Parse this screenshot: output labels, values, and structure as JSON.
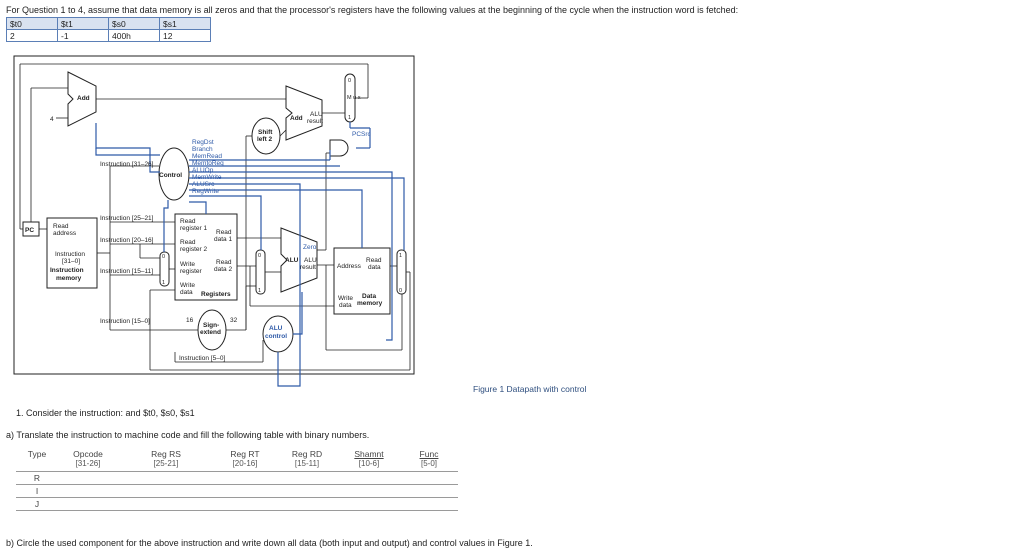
{
  "intro": "For Question 1 to 4, assume that data memory is all zeros and that the processor's registers have the following values at the beginning of the cycle when the instruction word is fetched:",
  "registers": {
    "headers": [
      "$t0",
      "$t1",
      "$s0",
      "$s1"
    ],
    "values": [
      "2",
      "-1",
      "400h",
      "12"
    ]
  },
  "figure": {
    "caption": "Figure 1 Datapath with control",
    "labels": {
      "add": "Add",
      "four": "4",
      "pc": "PC",
      "read_address": "Read",
      "read_address2": "address",
      "instruction": "Instruction",
      "instr_bits": "[31–0]",
      "instruction_memory1": "Instruction",
      "instruction_memory2": "memory",
      "instr_31_26": "Instruction [31–26]",
      "control": "Control",
      "signals": [
        "RegDst",
        "Branch",
        "MemRead",
        "MemtoReg",
        "ALUOp",
        "MemWrite",
        "ALUSrc",
        "RegWrite"
      ],
      "instr_25_21": "Instruction [25–21]",
      "instr_20_16": "Instruction [20–16]",
      "instr_15_11": "Instruction [15–11]",
      "instr_15_0": "Instruction [15–0]",
      "instr_5_0": "Instruction [5–0]",
      "read_register1": "Read",
      "read_register1b": "register 1",
      "read_register2": "Read",
      "read_register2b": "register 2",
      "write_register": "Write",
      "write_registerb": "register",
      "write_data": "Write",
      "write_datab": "data",
      "registers": "Registers",
      "read_data1": "Read",
      "read_data1b": "data 1",
      "read_data2": "Read",
      "read_data2b": "data 2",
      "sixteen": "16",
      "thirtytwo": "32",
      "sign_extend1": "Sign-",
      "sign_extend2": "extend",
      "shift_left1": "Shift",
      "shift_left2": "left 2",
      "add_alu": "Add",
      "alu_result1": "ALU",
      "alu_result2": "result",
      "alu": "ALU",
      "zero": "Zero",
      "alu_res1": "ALU",
      "alu_res2": "result",
      "alu_control1": "ALU",
      "alu_control2": "control",
      "address": "Address",
      "mem_read_data1": "Read",
      "mem_read_data2": "data",
      "mem_write_data1": "Write",
      "mem_write_data2": "data",
      "data_memory1": "Data",
      "data_memory2": "memory",
      "pcsrc": "PCSrc",
      "mux": "M u x",
      "zero_digit": "0",
      "one_digit": "1"
    }
  },
  "question1": "1.   Consider the instruction: and $t0, $s0, $s1",
  "question_a": "a) Translate the instruction to machine code and fill the following table with binary numbers.",
  "table": {
    "headers": [
      {
        "title": "Type",
        "sub": ""
      },
      {
        "title": "Opcode",
        "sub": "[31-26]"
      },
      {
        "title": "Reg RS",
        "sub": "[25-21]"
      },
      {
        "title": "Reg RT",
        "sub": "[20-16]"
      },
      {
        "title": "Reg RD",
        "sub": "[15-11]"
      },
      {
        "title": "Shamnt",
        "sub": "[10-6]"
      },
      {
        "title": "Func",
        "sub": "[5-0]"
      }
    ],
    "rows": [
      "R",
      "I",
      "J"
    ]
  },
  "question_b": "b) Circle the used component for the above instruction and write down all data (both input and output) and control values in Figure 1."
}
